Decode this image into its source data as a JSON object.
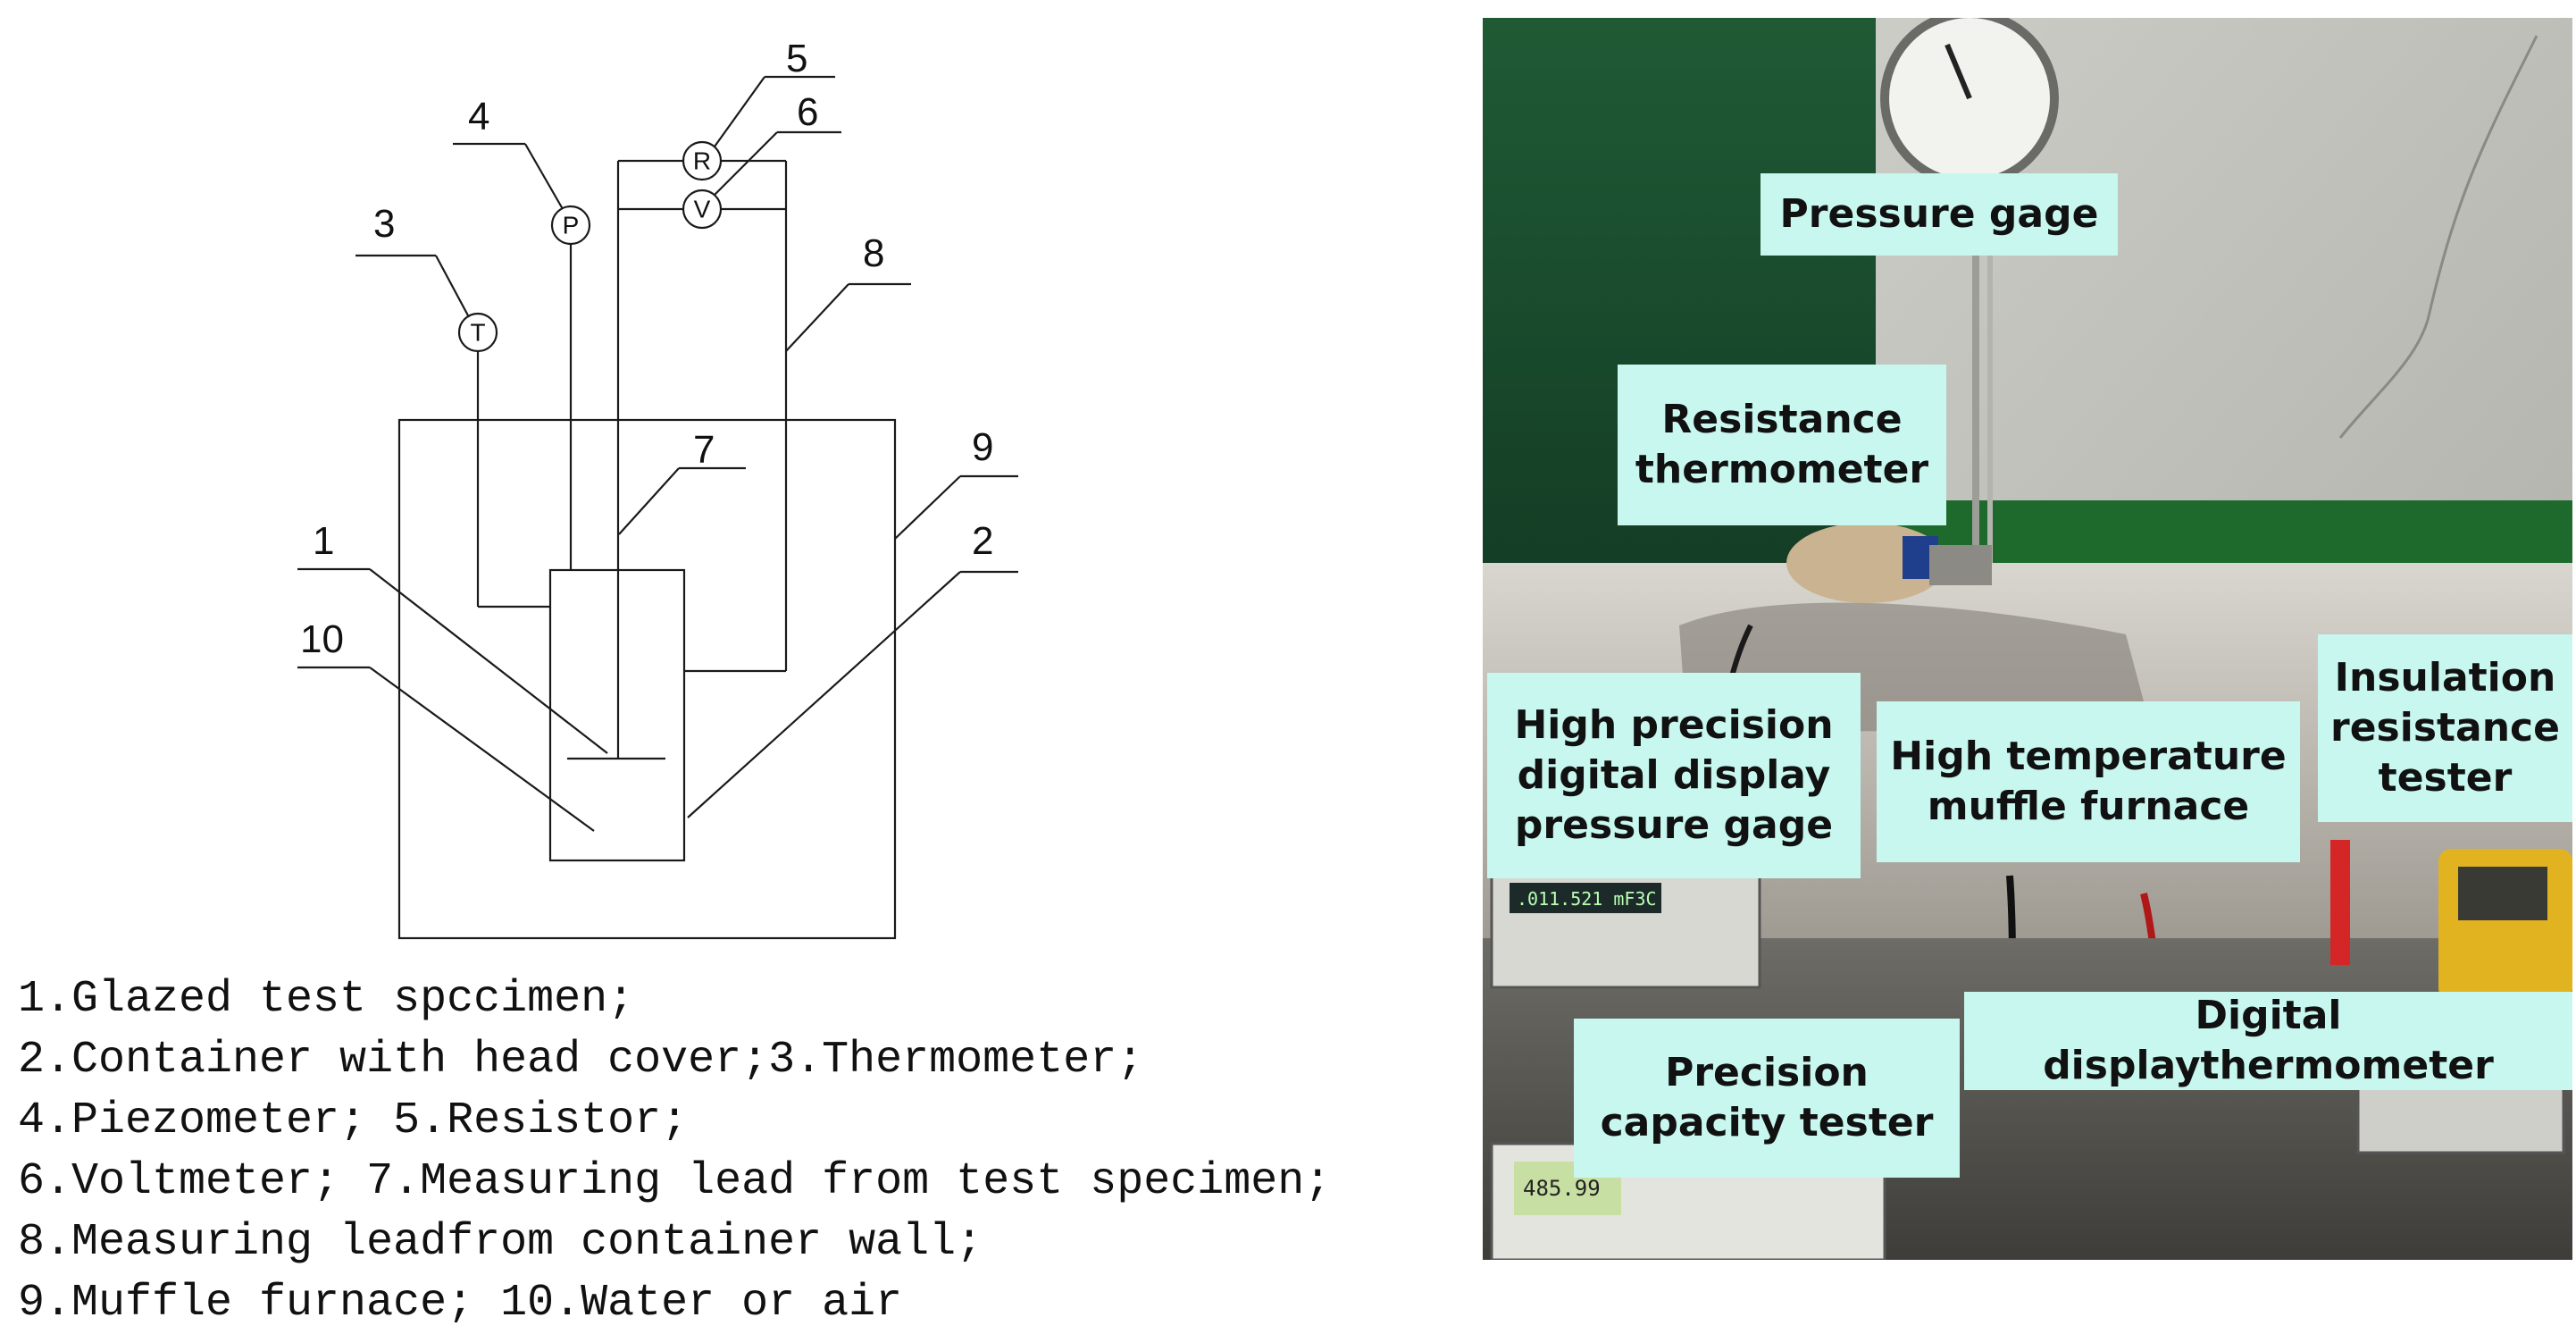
{
  "schematic": {
    "markers": {
      "n1": "1",
      "n2": "2",
      "n3": "3",
      "n4": "4",
      "n5": "5",
      "n6": "6",
      "n7": "7",
      "n8": "8",
      "n9": "9",
      "n10": "10"
    },
    "meters": {
      "thermometer": "T",
      "piezometer": "P",
      "resistor": "R",
      "voltmeter": "V"
    }
  },
  "legend": {
    "items": [
      "1.Glazed test spccimen;",
      "2.Container with head cover;",
      "3.Thermometer;",
      "4.Piezometer;",
      "5.Resistor;",
      "6.Voltmeter;",
      "7.Measuring lead from test specimen;",
      "8.Measuring leadfrom container wall;",
      "9.Muffle furnace;",
      "10.Water or air"
    ]
  },
  "photo": {
    "labels": {
      "pressure_gage": "Pressure  gage",
      "resistance_thermometer": "Resistance\nthermometer",
      "digital_pressure_gage": "High  precision\ndigital  display\npressure  gage",
      "muffle_furnace": "High temperature\nmuffle furnace",
      "insulation_tester": "Insulation\nresistance\ntester",
      "digital_thermometer": "Digital displaythermometer",
      "capacity_tester": "Precision\ncapacity  tester"
    },
    "readouts": {
      "meter_top": ".011.521 mF3C",
      "meter_bottom": "485.99"
    }
  }
}
